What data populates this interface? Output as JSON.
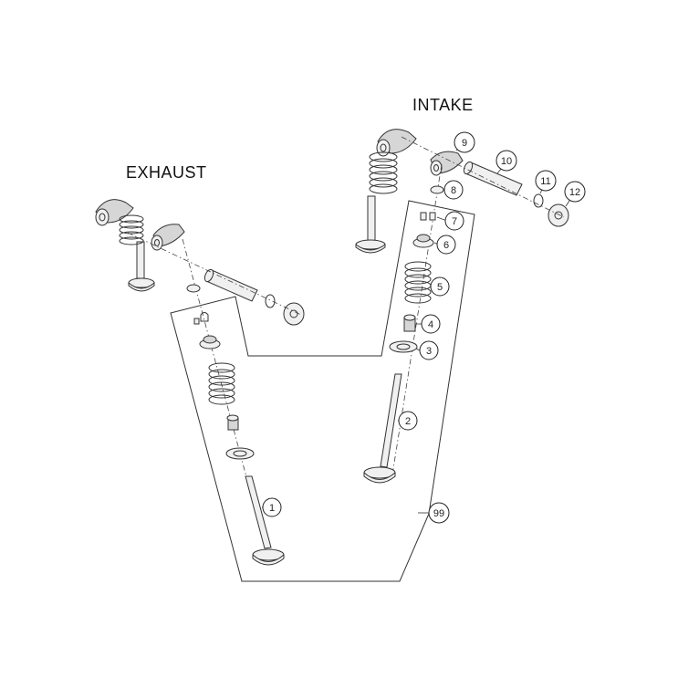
{
  "titles": {
    "exhaust": "EXHAUST",
    "intake": "INTAKE"
  },
  "callouts": [
    {
      "id": "c1",
      "label": "1"
    },
    {
      "id": "c2",
      "label": "2"
    },
    {
      "id": "c3",
      "label": "3"
    },
    {
      "id": "c4",
      "label": "4"
    },
    {
      "id": "c5",
      "label": "5"
    },
    {
      "id": "c6",
      "label": "6"
    },
    {
      "id": "c7",
      "label": "7"
    },
    {
      "id": "c8",
      "label": "8"
    },
    {
      "id": "c9",
      "label": "9"
    },
    {
      "id": "c10",
      "label": "10"
    },
    {
      "id": "c11",
      "label": "11"
    },
    {
      "id": "c12",
      "label": "12"
    },
    {
      "id": "c99",
      "label": "99"
    }
  ]
}
